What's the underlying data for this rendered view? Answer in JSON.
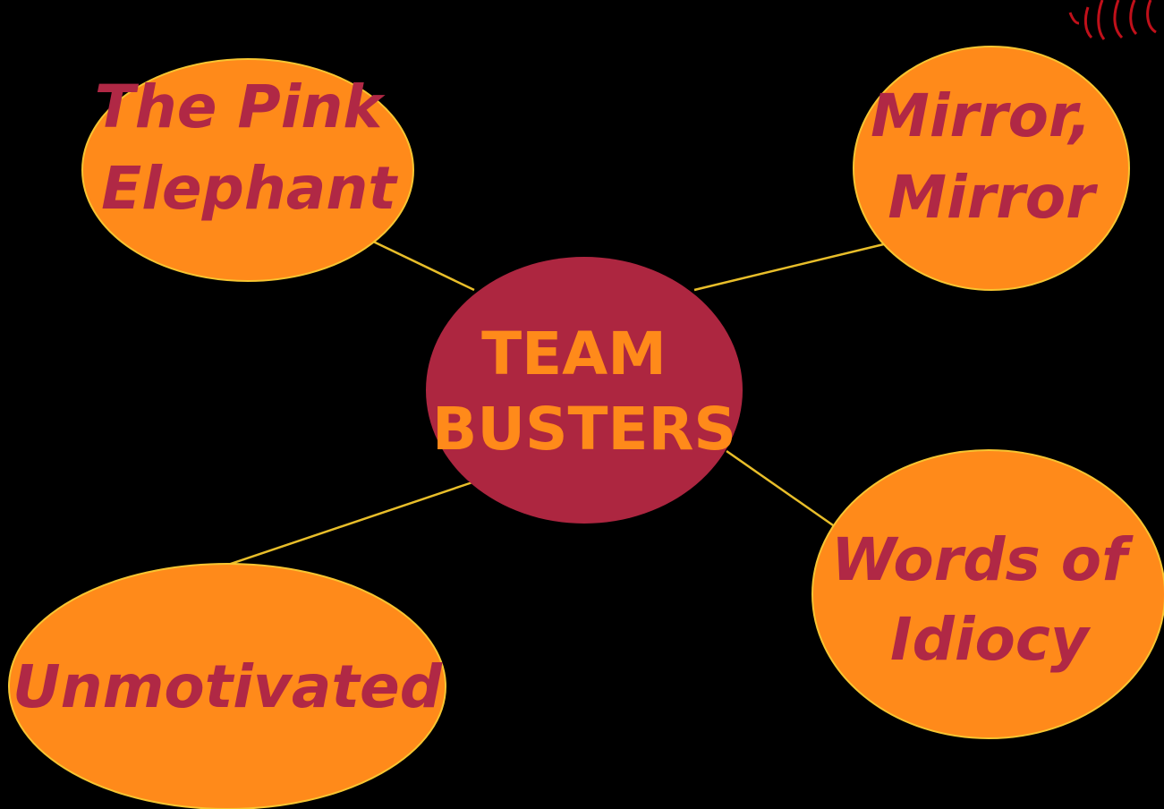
{
  "colors": {
    "background": "#000000",
    "outer_fill": "#FF8A1A",
    "outer_stroke": "#F7C531",
    "outer_text": "#B02845",
    "center_fill": "#AD2640",
    "center_text": "#FF8A1A",
    "connector": "#E8BE2A",
    "decoration": "#C0101A"
  },
  "center": {
    "line1": "TEAM",
    "line2": "BUSTERS"
  },
  "outer_nodes": {
    "pink_elephant": {
      "line1": "The Pink",
      "line2": "Elephant"
    },
    "mirror": {
      "line1": "Mirror,",
      "line2": "Mirror"
    },
    "words": {
      "line1": "Words of",
      "line2": "Idiocy"
    },
    "unmotivated": {
      "line1": "Unmotivated"
    }
  }
}
